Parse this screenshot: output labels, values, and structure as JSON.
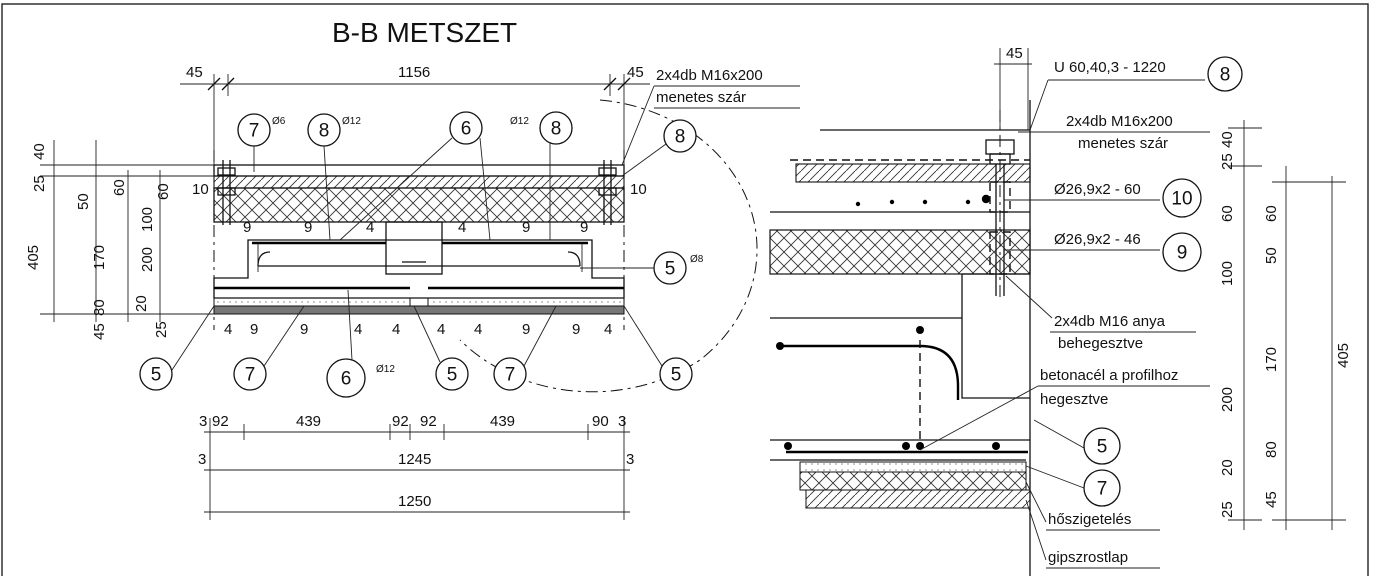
{
  "title": "B-B METSZET",
  "left": {
    "dims_top": {
      "left_45": "45",
      "span": "1156",
      "right_45": "45"
    },
    "callout_rod": {
      "line1": "2x4db M16x200",
      "line2": "menetes szár"
    },
    "markers": [
      {
        "num": "7",
        "sub": "Ø6"
      },
      {
        "num": "8",
        "sub": "Ø12"
      },
      {
        "num": "6",
        "sub": ""
      },
      {
        "num": "8",
        "sub": "Ø12"
      },
      {
        "num": "8",
        "sub": ""
      },
      {
        "num": "5",
        "sub": "Ø8"
      }
    ],
    "bottom_markers": [
      {
        "num": "5"
      },
      {
        "num": "7"
      },
      {
        "num": "6",
        "sub": "Ø12"
      },
      {
        "num": "5"
      },
      {
        "num": "7"
      },
      {
        "num": "5"
      }
    ],
    "side_10_left": "10",
    "side_10_right": "10",
    "inner_9_4": [
      "9",
      "9",
      "4",
      "4",
      "9",
      "9"
    ],
    "bottom_row": [
      "4",
      "9",
      "9",
      "4",
      "4",
      "4",
      "4",
      "9",
      "9",
      "4"
    ],
    "left_dims": {
      "total": "405",
      "col_a": [
        "25",
        "40",
        "50",
        "45",
        "80"
      ],
      "col_b": [
        "60",
        "170",
        "20",
        "25"
      ],
      "col_c": [
        "60",
        "100",
        "200"
      ]
    },
    "bottom_dims": {
      "row1": [
        "3",
        "92",
        "439",
        "92",
        "92",
        "439",
        "90",
        "3"
      ],
      "row2": {
        "left": "3",
        "value": "1245",
        "right": "3"
      },
      "row3": "1250"
    }
  },
  "right": {
    "dim_top": "45",
    "profile": {
      "text": "U 60,40,3 - 1220",
      "num": "8"
    },
    "rod": {
      "line1": "2x4db M16x200",
      "line2": "menetes szár"
    },
    "tube1": {
      "text": "Ø26,9x2 - 60",
      "num": "10"
    },
    "tube2": {
      "text": "Ø26,9x2 - 46",
      "num": "9"
    },
    "nut": {
      "line1": "2x4db M16 anya",
      "line2": "behegesztve"
    },
    "weld": {
      "line1": "betonacél a profilhoz",
      "line2": "hegesztve"
    },
    "marker5": "5",
    "marker7": "7",
    "insulation": "hőszigetelés",
    "board": "gipszrostlap",
    "dims_inner": [
      "25",
      "40",
      "60",
      "100",
      "200",
      "20",
      "25"
    ],
    "dims_outer": [
      "60",
      "50",
      "170",
      "80",
      "45"
    ],
    "dims_total": "405"
  }
}
